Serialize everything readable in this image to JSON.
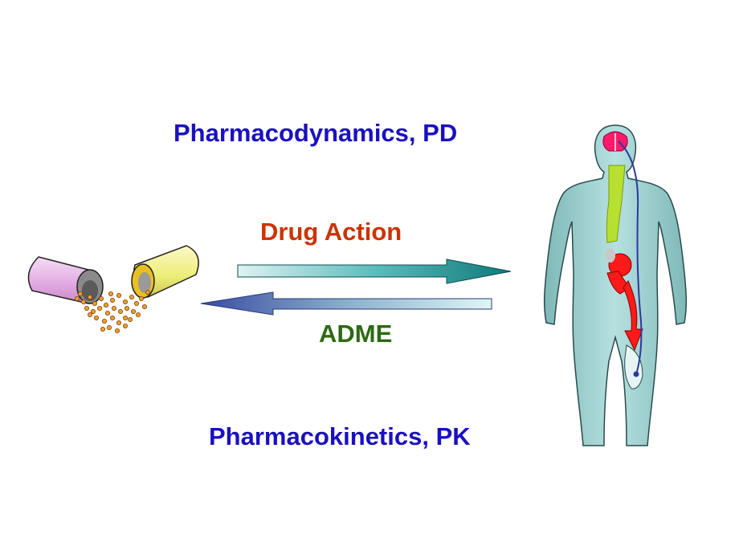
{
  "labels": {
    "pharmacodynamics": "Pharmacodynamics, PD",
    "drug_action": "Drug Action",
    "adme": "ADME",
    "pharmacokinetics": "Pharmacokinetics, PK"
  },
  "colors": {
    "pd_pk_text": "#1a10c0",
    "drug_action_text": "#cc3300",
    "adme_text": "#2d6a12",
    "forward_arrow": "#1e9a9a",
    "backward_arrow": "#4a5ca8",
    "body_fill": "#9fd0d0",
    "capsule_pink": "#e8b8e8",
    "capsule_yellow": "#f0f088",
    "granules": "#e89a30",
    "organ_red": "#ff1a1a",
    "gut_green": "#b8e030",
    "nerve_blue": "#2a3a9a"
  },
  "icons": [
    "open-capsule-icon",
    "human-body-icon"
  ]
}
